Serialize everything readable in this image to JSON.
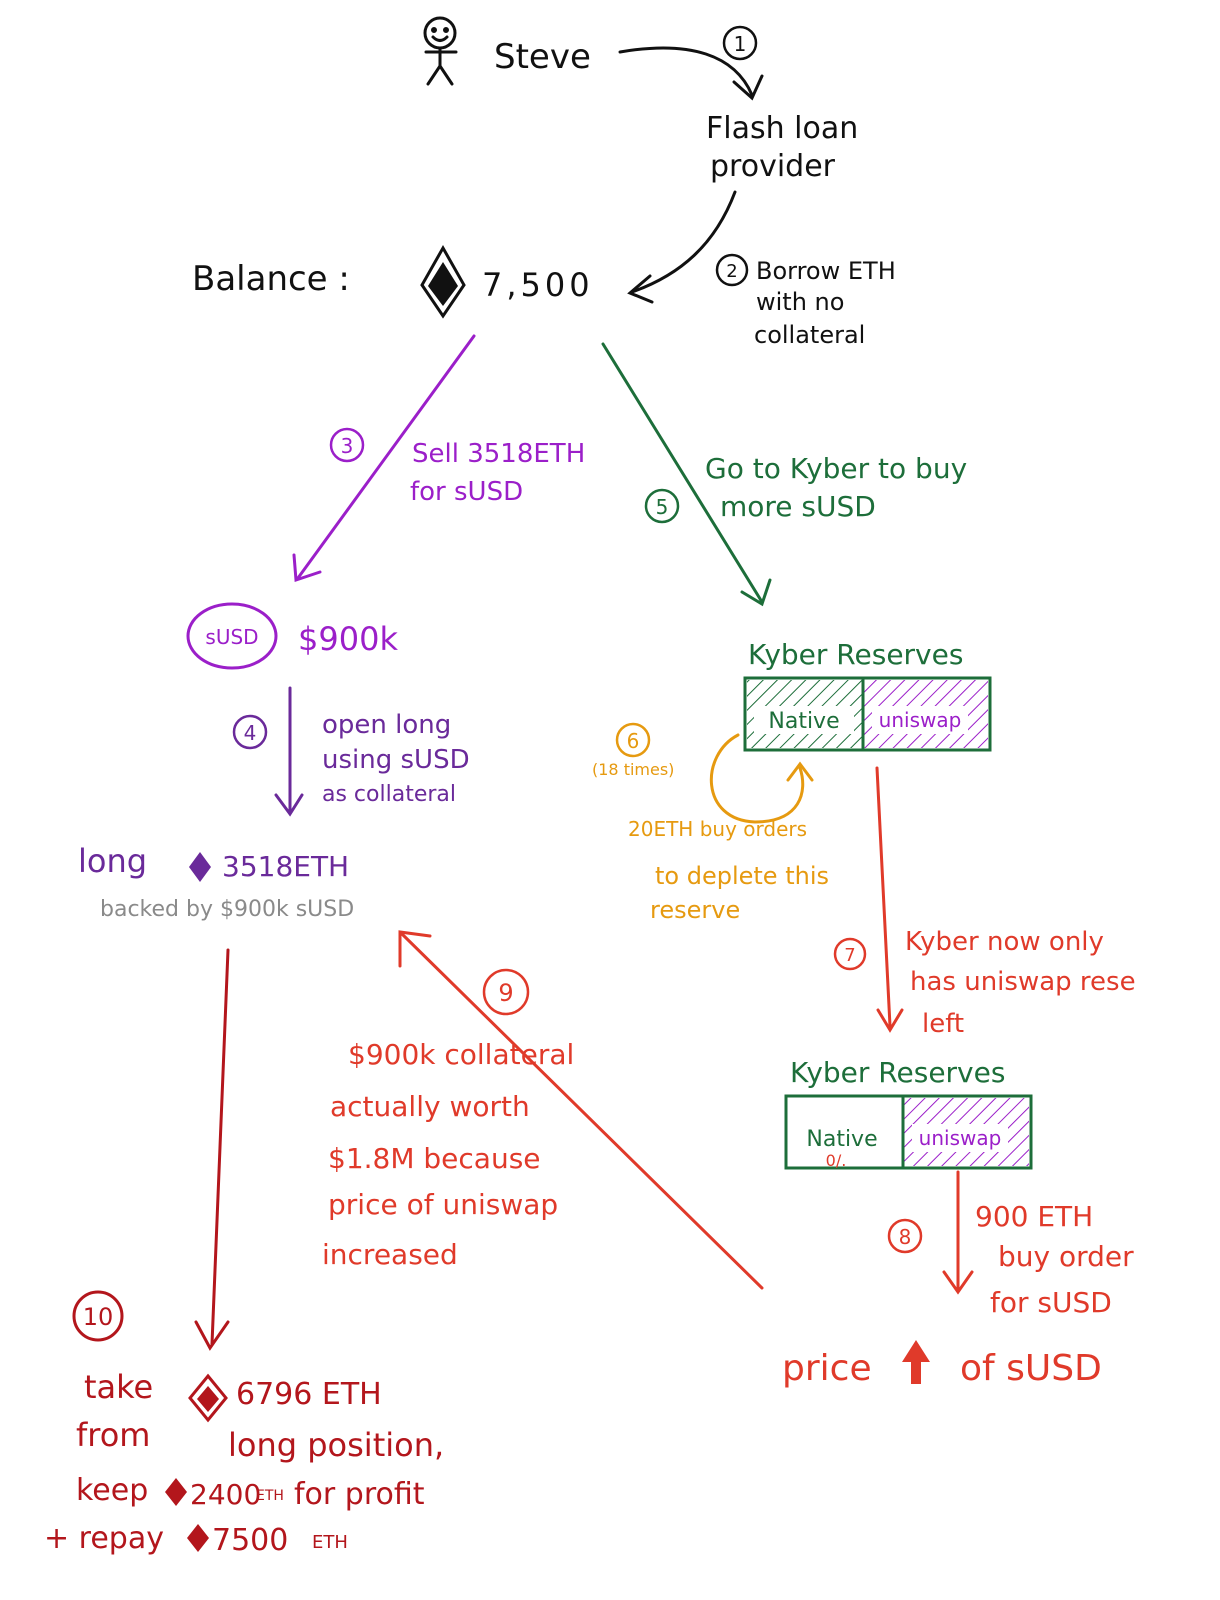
{
  "colors": {
    "black": "#111111",
    "purple": "#9b1fc9",
    "dark_purple": "#6a2a9a",
    "green": "#1d6e3a",
    "orange": "#e69a10",
    "red": "#e03a2a",
    "dark_red": "#b3161c",
    "gray": "#8a8a8a"
  },
  "actor": {
    "name": "Steve",
    "icon": "stick-figure-icon"
  },
  "steps": {
    "s1": {
      "num": "1"
    },
    "s2": {
      "num": "2",
      "lines": [
        "Borrow   ETH",
        "with no",
        "collateral"
      ]
    },
    "s3": {
      "num": "3",
      "lines": [
        "Sell 3518ETH",
        "for sUSD"
      ]
    },
    "s4": {
      "num": "4",
      "lines": [
        "open long",
        "using sUSD",
        "as collateral"
      ]
    },
    "s5": {
      "num": "5",
      "lines": [
        "Go to Kyber to buy",
        "more sUSD"
      ]
    },
    "s6": {
      "num": "6",
      "note": "(18 times)",
      "lines": [
        "20ETH    buy orders",
        "to deplete this",
        "reserve"
      ]
    },
    "s7": {
      "num": "7",
      "lines": [
        "Kyber now only",
        "has uniswap rese",
        "left"
      ]
    },
    "s8": {
      "num": "8",
      "lines": [
        "900 ETH",
        "buy order",
        "for sUSD"
      ]
    },
    "s9": {
      "num": "9",
      "lines": [
        "$900k collateral",
        "actually worth",
        "$1.8M because",
        "price of uniswap",
        "increased"
      ]
    },
    "s10": {
      "num": "10",
      "lines": [
        "take",
        "from",
        "keep",
        "+ repay"
      ]
    }
  },
  "flash_loan": {
    "lines": [
      "Flash loan",
      "provider"
    ]
  },
  "balance": {
    "label": "Balance :",
    "amount": "7,500",
    "icon": "ethereum-icon"
  },
  "susd": {
    "badge": "sUSD",
    "amount": "$900k"
  },
  "long": {
    "word": "long",
    "amount": "3518ETH",
    "backed": "backed   by $900k sUSD",
    "icon": "ethereum-icon"
  },
  "kyber1": {
    "title": "Kyber  Reserves",
    "native": "Native",
    "uniswap": "uniswap"
  },
  "kyber2": {
    "title": "Kyber  Reserves",
    "native": "Native",
    "native_sub": "0/.",
    "uniswap": "uniswap"
  },
  "price": {
    "text_a": "price",
    "text_b": "of sUSD",
    "icon": "up-arrow-icon"
  },
  "final": {
    "take_amount": "6796  ETH",
    "position": "long position,",
    "profit_amount": "2400",
    "profit_unit": "ETH",
    "profit_text": "for  profit",
    "repay_amount": "7500",
    "repay_unit": "ETH",
    "icon": "ethereum-icon"
  }
}
